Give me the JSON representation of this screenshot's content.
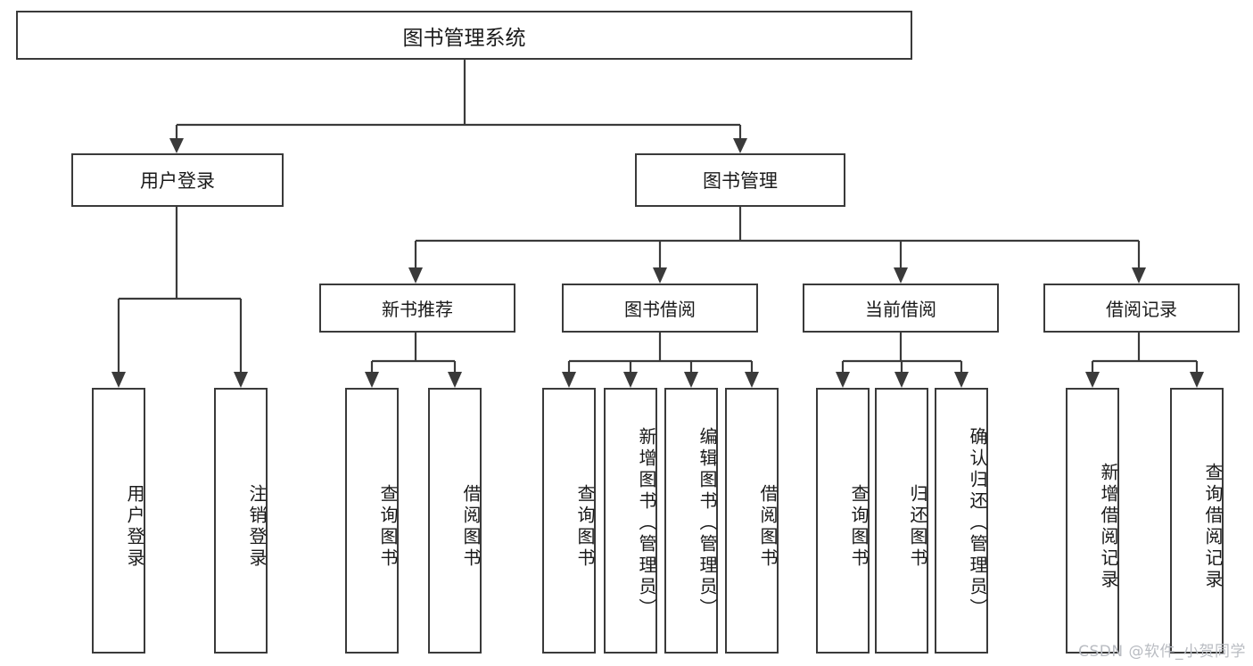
{
  "diagram": {
    "title": "图书管理系统",
    "type": "tree",
    "root": {
      "label": "图书管理系统"
    },
    "level2": [
      {
        "label": "用户登录"
      },
      {
        "label": "图书管理"
      }
    ],
    "level3": [
      {
        "label": "新书推荐"
      },
      {
        "label": "图书借阅"
      },
      {
        "label": "当前借阅"
      },
      {
        "label": "借阅记录"
      }
    ],
    "leaves": {
      "user_login": [
        {
          "label": "用户登录"
        },
        {
          "label": "注销登录"
        }
      ],
      "new_book_recommend": [
        {
          "label": "查询图书"
        },
        {
          "label": "借阅图书"
        }
      ],
      "book_borrow": [
        {
          "label": "查询图书"
        },
        {
          "label": "新增图书（管理员）"
        },
        {
          "label": "编辑图书（管理员）"
        },
        {
          "label": "借阅图书"
        }
      ],
      "current_borrow": [
        {
          "label": "查询图书"
        },
        {
          "label": "归还图书"
        },
        {
          "label": "确认归还（管理员）"
        }
      ],
      "borrow_record": [
        {
          "label": "新增借阅记录"
        },
        {
          "label": "查询借阅记录"
        }
      ]
    }
  },
  "watermark": {
    "text": "CSDN @软件_小贺同学"
  },
  "colors": {
    "stroke": "#3a3a3a",
    "text": "#1a1a1a",
    "background": "#ffffff",
    "watermark": "#b9bcc2"
  }
}
